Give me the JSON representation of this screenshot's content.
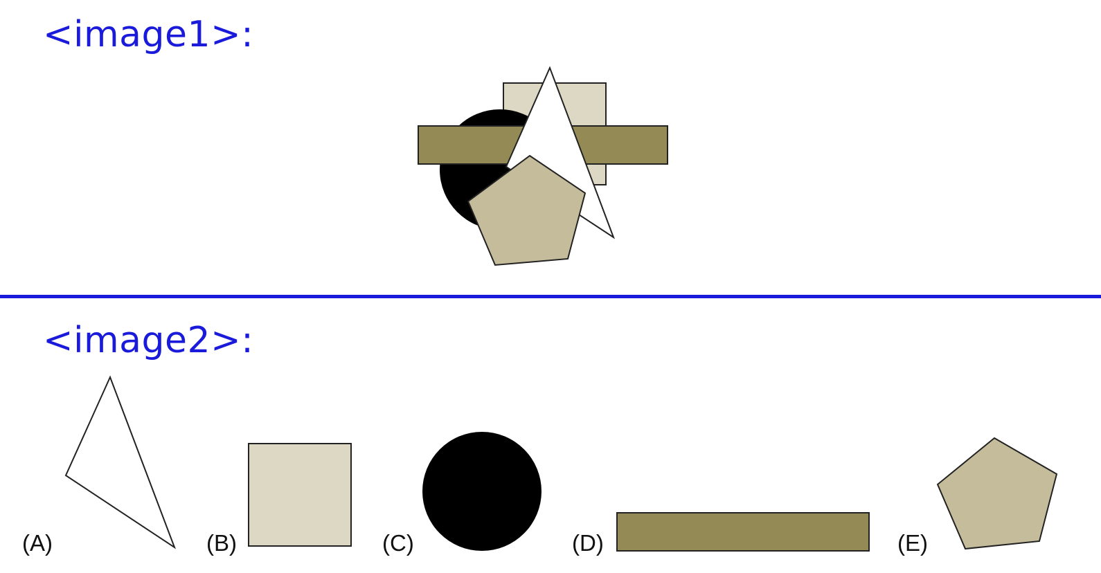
{
  "panel1": {
    "title": "<image1>:"
  },
  "panel2": {
    "title": "<image2>:",
    "options": [
      {
        "label": "(A)",
        "shape": "white-triangle"
      },
      {
        "label": "(B)",
        "shape": "beige-square"
      },
      {
        "label": "(C)",
        "shape": "black-circle"
      },
      {
        "label": "(D)",
        "shape": "olive-rectangle"
      },
      {
        "label": "(E)",
        "shape": "tan-pentagon"
      }
    ]
  },
  "colors": {
    "title_blue": "#1a1adb",
    "square_beige": "#ddd8c4",
    "rect_olive": "#948a56",
    "pentagon_tan": "#c5bc9b",
    "circle_black": "#000000",
    "triangle_white": "#ffffff",
    "outline": "#222222"
  }
}
